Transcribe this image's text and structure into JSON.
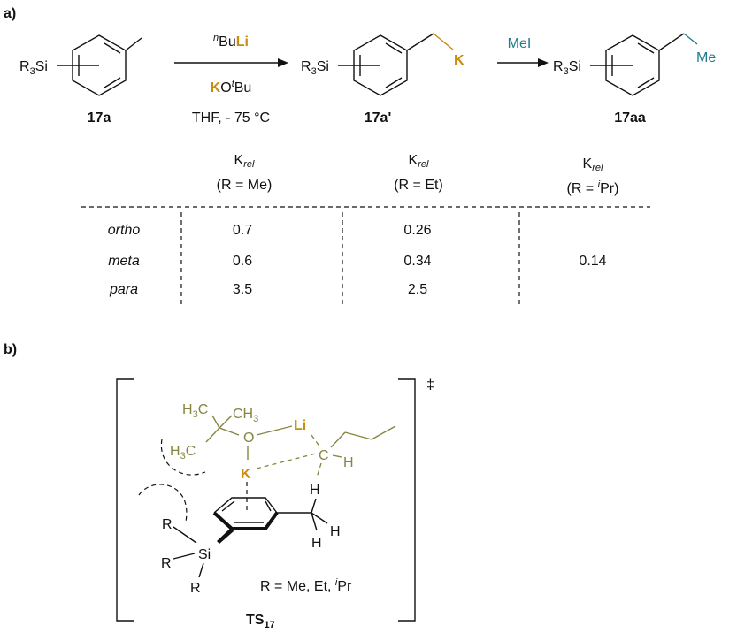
{
  "colors": {
    "potassium_lithium": "#C98C0E",
    "methyl_iodide": "#1E7C8C",
    "base_complex": "#868640"
  },
  "part_a": {
    "label": "a)",
    "r3si": {
      "R": "R",
      "sub": "3",
      "Si": "Si"
    },
    "reagents": {
      "n": "n",
      "buli_bu": "Bu",
      "buli_li": "Li",
      "kotbu_k": "K",
      "kotbu_o": "O",
      "kotbu_t": "t",
      "kotbu_bu": "Bu",
      "conditions": "THF, - 75 °C"
    },
    "k_label": "K",
    "mei": "MeI",
    "me": "Me",
    "compounds": [
      "17a",
      "17a'",
      "17aa"
    ],
    "table": {
      "headers": [
        {
          "k": "K",
          "rel": "rel",
          "r": "(R = Me)"
        },
        {
          "k": "K",
          "rel": "rel",
          "r": "(R = Et)"
        },
        {
          "k": "K",
          "rel": "rel",
          "r_pre": "(R = ",
          "r_i": "i",
          "r_post": "Pr)"
        }
      ],
      "rows": [
        {
          "pos": "ortho",
          "me": "0.7",
          "et": "0.26"
        },
        {
          "pos": "meta",
          "me": "0.6",
          "et": "0.34",
          "ipr": "0.14"
        },
        {
          "pos": "para",
          "me": "3.5",
          "et": "2.5"
        }
      ]
    }
  },
  "part_b": {
    "label": "b)",
    "dagger": "‡",
    "h3c": "H",
    "c3": "3",
    "c": "C",
    "ch3_c": "CH",
    "o": "O",
    "li": "Li",
    "k": "K",
    "h": "H",
    "si": "Si",
    "r": "R",
    "r_def": {
      "pre": "R = Me, Et, ",
      "i": "i",
      "post": "Pr"
    },
    "ts": {
      "main": "TS",
      "sub": "17"
    }
  }
}
